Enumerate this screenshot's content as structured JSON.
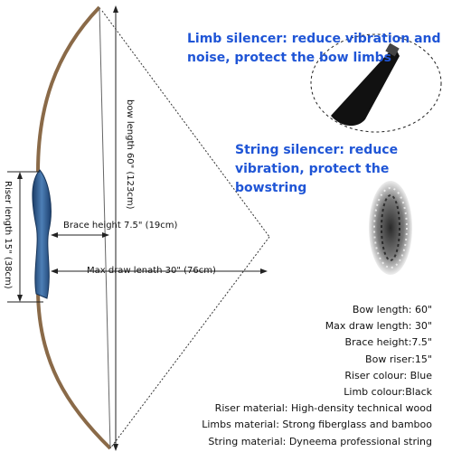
{
  "callouts": {
    "limb_silencer": "Limb silencer: reduce vibration and noise, protect the bow limbs",
    "string_silencer": "String silencer: reduce vibration, protect the bowstring"
  },
  "dimensions": {
    "bow_length": "bow length 60\" (123cm)",
    "brace_height": "Brace height 7.5\" (19cm)",
    "max_draw": "Max draw lenath 30\" (76cm)",
    "riser_length": "Riser length 15\" (38cm)"
  },
  "specs": [
    "Bow length: 60\"",
    "Max draw length: 30\"",
    "Brace height:7.5\"",
    "Bow riser:15\"",
    "Riser colour: Blue",
    "Limb colour:Black",
    "Riser material: High-density technical wood",
    "Limbs material: Strong fiberglass and bamboo",
    "String material: Dyneema professional string"
  ],
  "colors": {
    "callout_text": "#1f55d6",
    "riser": "#2f5f9a",
    "limb": "#8a6a48"
  }
}
